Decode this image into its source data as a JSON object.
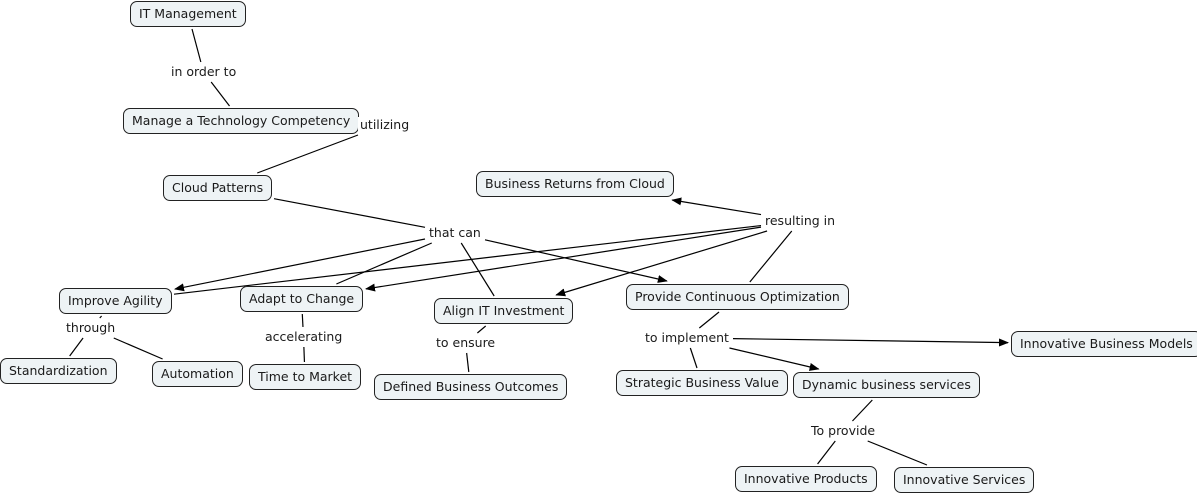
{
  "concepts": {
    "it_management": "IT Management",
    "manage_tech": "Manage a Technology Competency",
    "cloud_patterns": "Cloud Patterns",
    "business_returns": "Business Returns from Cloud",
    "improve_agility": "Improve Agility",
    "adapt_change": "Adapt to Change",
    "align_it": "Align IT Investment",
    "provide_opt": "Provide Continuous Optimization",
    "standardization": "Standardization",
    "automation": "Automation",
    "time_market": "Time to Market",
    "defined_outcomes": "Defined Business Outcomes",
    "strategic_value": "Strategic Business Value",
    "dynamic_services": "Dynamic business services",
    "innov_models": "Innovative Business Models",
    "innov_products": "Innovative Products",
    "innov_services": "Innovative Services"
  },
  "linking_phrases": {
    "in_order_to": "in order to",
    "utilizing": "utilizing",
    "that_can": "that can",
    "resulting_in": "resulting in",
    "through": "through",
    "accelerating": "accelerating",
    "to_ensure": "to ensure",
    "to_implement": "to implement",
    "to_provide": "To provide"
  },
  "connections": [
    {
      "from": "it_management",
      "to": "in_order_to",
      "arrow": false
    },
    {
      "from": "in_order_to",
      "to": "manage_tech",
      "arrow": false
    },
    {
      "from": "manage_tech",
      "to": "utilizing",
      "arrow": false
    },
    {
      "from": "utilizing",
      "to": "cloud_patterns",
      "arrow": false
    },
    {
      "from": "cloud_patterns",
      "to": "that_can",
      "arrow": false
    },
    {
      "from": "that_can",
      "to": "improve_agility",
      "arrow": true
    },
    {
      "from": "adapt_change",
      "to": "that_can",
      "arrow": false
    },
    {
      "from": "align_it",
      "to": "that_can",
      "arrow": false
    },
    {
      "from": "that_can",
      "to": "provide_opt",
      "arrow": true
    },
    {
      "from": "provide_opt",
      "to": "resulting_in",
      "arrow": false
    },
    {
      "from": "resulting_in",
      "to": "business_returns",
      "arrow": true
    },
    {
      "from": "improve_agility",
      "to": "resulting_in",
      "arrow": false
    },
    {
      "from": "resulting_in",
      "to": "adapt_change",
      "arrow": true
    },
    {
      "from": "resulting_in",
      "to": "align_it",
      "arrow": true
    },
    {
      "from": "improve_agility",
      "to": "through",
      "arrow": false
    },
    {
      "from": "through",
      "to": "standardization",
      "arrow": false
    },
    {
      "from": "through",
      "to": "automation",
      "arrow": false
    },
    {
      "from": "adapt_change",
      "to": "accelerating",
      "arrow": false
    },
    {
      "from": "accelerating",
      "to": "time_market",
      "arrow": false
    },
    {
      "from": "align_it",
      "to": "to_ensure",
      "arrow": false
    },
    {
      "from": "to_ensure",
      "to": "defined_outcomes",
      "arrow": false
    },
    {
      "from": "provide_opt",
      "to": "to_implement",
      "arrow": false
    },
    {
      "from": "to_implement",
      "to": "strategic_value",
      "arrow": false
    },
    {
      "from": "to_implement",
      "to": "dynamic_services",
      "arrow": true
    },
    {
      "from": "to_implement",
      "to": "innov_models",
      "arrow": true
    },
    {
      "from": "dynamic_services",
      "to": "to_provide",
      "arrow": false
    },
    {
      "from": "to_provide",
      "to": "innov_products",
      "arrow": false
    },
    {
      "from": "to_provide",
      "to": "innov_services",
      "arrow": false
    }
  ]
}
